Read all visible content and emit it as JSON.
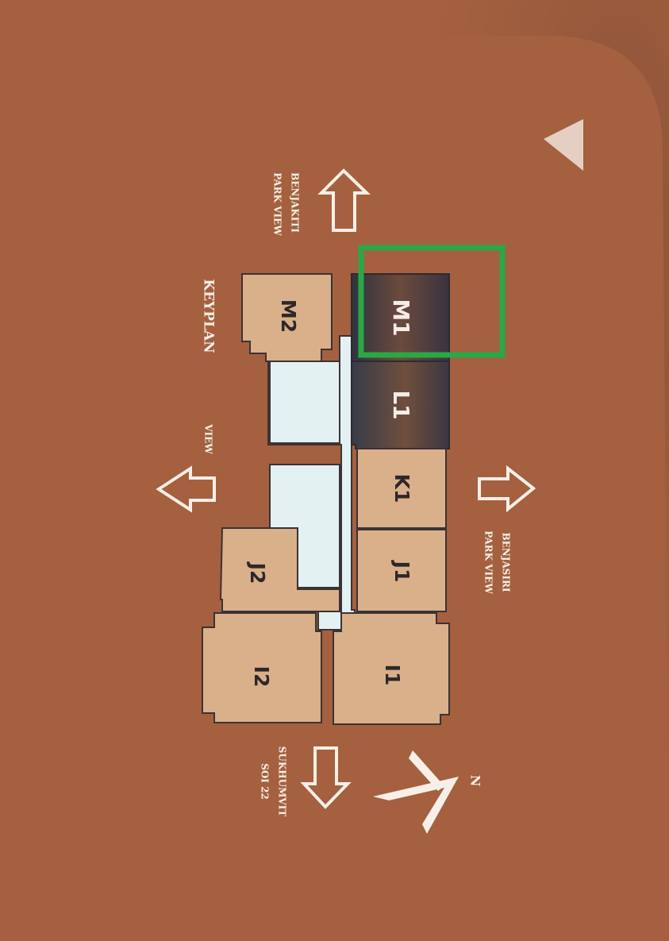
{
  "keyplan": {
    "title": "KEYPLAN",
    "view_left": "VIEW",
    "view_top_line1": "BENJAKITI",
    "view_top_line2": "PARK VIEW",
    "view_right_line1": "BENJASIRI",
    "view_right_line2": "PARK VIEW",
    "view_bottom_line1": "SUKHUMVIT",
    "view_bottom_line2": "SOI 22",
    "north": "N"
  },
  "units": [
    {
      "label": "M1",
      "highlighted": true
    },
    {
      "label": "L1",
      "shaded": true
    },
    {
      "label": "K1"
    },
    {
      "label": "J1"
    },
    {
      "label": "I1"
    },
    {
      "label": "M2"
    },
    {
      "label": "J2"
    },
    {
      "label": "I2"
    }
  ],
  "colors": {
    "background": "#a5603f",
    "unit_fill": "#d9b08a",
    "unit_dark": "#3d3a42",
    "core_fill": "#e3f1f3",
    "highlight_box": "#2aa845",
    "outline": "#3a3334",
    "arrow": "#f7efe8"
  }
}
